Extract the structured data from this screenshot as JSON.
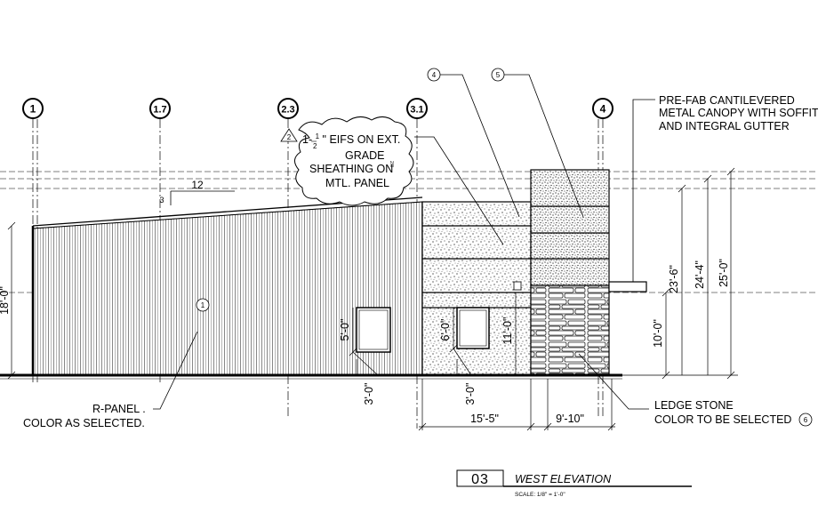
{
  "grid_lines": [
    "1",
    "1.7",
    "2.3",
    "3.1",
    "4"
  ],
  "callouts": {
    "eifs": "1-1/2\" EIFS ON EXT. GRADE SHEATHING ON MTL. PANEL",
    "eifs_lines": [
      "1-",
      "\" EIFS ON EXT.",
      "GRADE",
      "SHEATHING ON",
      "MTL. PANEL"
    ],
    "eifs_frac": [
      "1",
      "2"
    ],
    "eifs_small": "2/8",
    "revision_tag": "2",
    "canopy": [
      "PRE-FAB CANTILEVERED",
      "METAL CANOPY WITH SOFFIT",
      "AND INTEGRAL GUTTER"
    ],
    "rpanel": [
      "R-PANEL .",
      "COLOR AS SELECTED."
    ],
    "ledge": [
      "LEDGE STONE",
      "COLOR TO BE SELECTED"
    ],
    "keynotes": [
      "1",
      "4",
      "5",
      "6"
    ]
  },
  "slope": {
    "rise": "3",
    "run": "12"
  },
  "dimensions": {
    "h_18_0": "18'-0\"",
    "h_5_0": "5'-0\"",
    "h_6_0": "6'-0\"",
    "h_11_0": "11'-0\"",
    "h_10_0": "10'-0\"",
    "h_23_6": "23'-6\"",
    "h_24_4": "24'-4\"",
    "h_25_0": "25'-0\"",
    "w_3_0a": "3'-0\"",
    "w_3_0b": "3'-0\"",
    "w_15_5": "15'-5\"",
    "w_9_10": "9'-10\""
  },
  "title_block": {
    "number": "03",
    "title": "WEST ELEVATION",
    "scale": "SCALE: 1/8\" = 1'-0\""
  }
}
